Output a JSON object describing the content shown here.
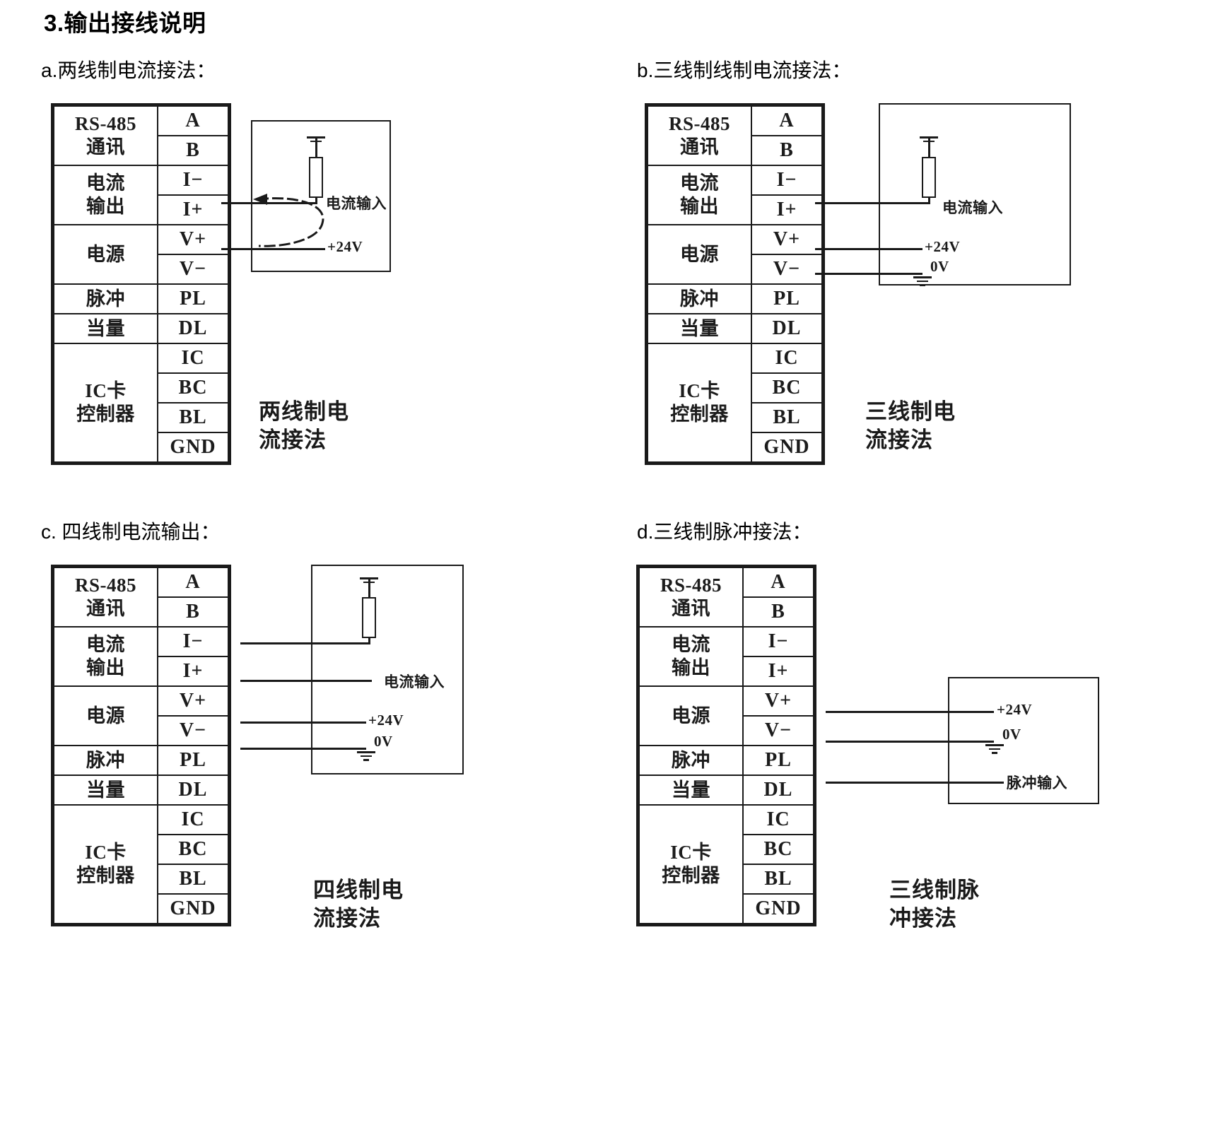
{
  "document": {
    "title": "3.输出接线说明"
  },
  "panels": [
    {
      "id": "a",
      "heading": "a.两线制电流接法：",
      "caption": "两线制电\n流接法",
      "table": {
        "groups": [
          {
            "label": "RS-485\n通讯",
            "pins": [
              "A",
              "B"
            ]
          },
          {
            "label": "电流\n输出",
            "pins": [
              "I−",
              "I+"
            ]
          },
          {
            "label": "电源",
            "pins": [
              "V+",
              "V−"
            ]
          },
          {
            "label": "脉冲",
            "pins": [
              "PL"
            ]
          },
          {
            "label": "当量",
            "pins": [
              "DL"
            ]
          },
          {
            "label": "IC卡\n控制器",
            "pins": [
              "IC",
              "BC",
              "BL",
              "GND"
            ]
          }
        ]
      },
      "annotations": [
        {
          "name": "current-input-label",
          "text": "电流输入"
        },
        {
          "name": "supply-24v-label",
          "text": "+24V"
        }
      ]
    },
    {
      "id": "b",
      "heading": "b.三线制线制电流接法：",
      "caption": "三线制电\n流接法",
      "table": {
        "groups": [
          {
            "label": "RS-485\n通讯",
            "pins": [
              "A",
              "B"
            ]
          },
          {
            "label": "电流\n输出",
            "pins": [
              "I−",
              "I+"
            ]
          },
          {
            "label": "电源",
            "pins": [
              "V+",
              "V−"
            ]
          },
          {
            "label": "脉冲",
            "pins": [
              "PL"
            ]
          },
          {
            "label": "当量",
            "pins": [
              "DL"
            ]
          },
          {
            "label": "IC卡\n控制器",
            "pins": [
              "IC",
              "BC",
              "BL",
              "GND"
            ]
          }
        ]
      },
      "annotations": [
        {
          "name": "current-input-label",
          "text": "电流输入"
        },
        {
          "name": "supply-24v-label",
          "text": "+24V"
        },
        {
          "name": "zero-volt-label",
          "text": "0V"
        }
      ]
    },
    {
      "id": "c",
      "heading": "c. 四线制电流输出：",
      "caption": "四线制电\n流接法",
      "table": {
        "groups": [
          {
            "label": "RS-485\n通讯",
            "pins": [
              "A",
              "B"
            ]
          },
          {
            "label": "电流\n输出",
            "pins": [
              "I−",
              "I+"
            ]
          },
          {
            "label": "电源",
            "pins": [
              "V+",
              "V−"
            ]
          },
          {
            "label": "脉冲",
            "pins": [
              "PL"
            ]
          },
          {
            "label": "当量",
            "pins": [
              "DL"
            ]
          },
          {
            "label": "IC卡\n控制器",
            "pins": [
              "IC",
              "BC",
              "BL",
              "GND"
            ]
          }
        ]
      },
      "annotations": [
        {
          "name": "current-input-label",
          "text": "电流输入"
        },
        {
          "name": "supply-24v-label",
          "text": "+24V"
        },
        {
          "name": "zero-volt-label",
          "text": "0V"
        }
      ]
    },
    {
      "id": "d",
      "heading": "d.三线制脉冲接法：",
      "caption": "三线制脉\n冲接法",
      "table": {
        "groups": [
          {
            "label": "RS-485\n通讯",
            "pins": [
              "A",
              "B"
            ]
          },
          {
            "label": "电流\n输出",
            "pins": [
              "I−",
              "I+"
            ]
          },
          {
            "label": "电源",
            "pins": [
              "V+",
              "V−"
            ]
          },
          {
            "label": "脉冲",
            "pins": [
              "PL"
            ]
          },
          {
            "label": "当量",
            "pins": [
              "DL"
            ]
          },
          {
            "label": "IC卡\n控制器",
            "pins": [
              "IC",
              "BC",
              "BL",
              "GND"
            ]
          }
        ]
      },
      "annotations": [
        {
          "name": "supply-24v-label",
          "text": "+24V"
        },
        {
          "name": "zero-volt-label",
          "text": "0V"
        },
        {
          "name": "pulse-input-label",
          "text": "脉冲输入"
        }
      ]
    }
  ],
  "colors": {
    "ink": "#1a1a1a",
    "background": "#ffffff"
  }
}
